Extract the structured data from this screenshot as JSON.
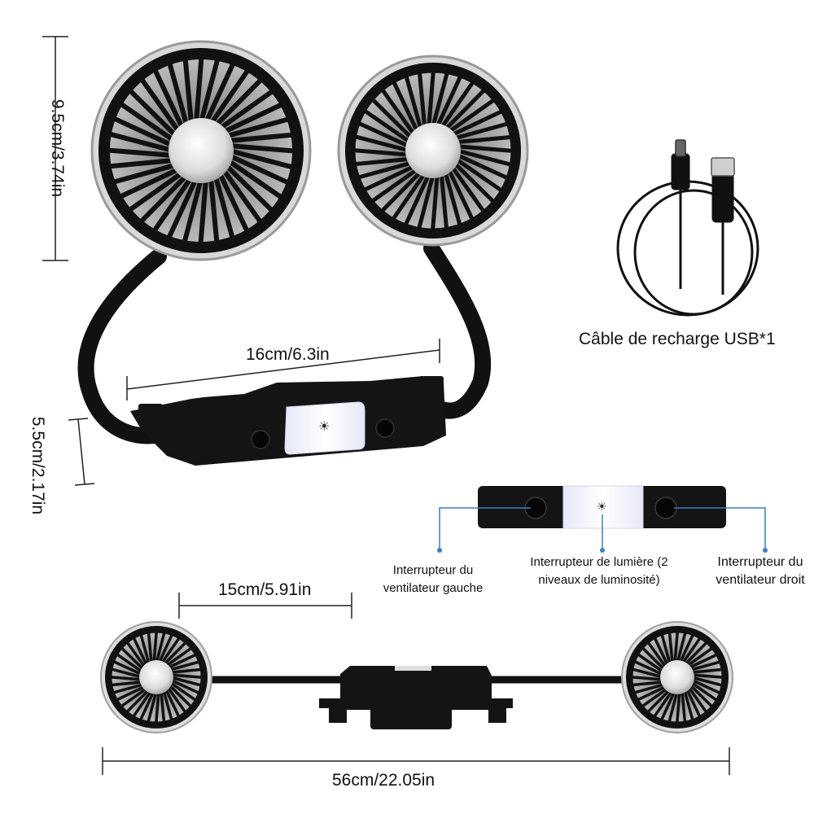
{
  "dimensions": {
    "height": "9.5cm/3.74in",
    "body_width": "16cm/6.3in",
    "body_height": "5.5cm/2.17in",
    "fan_spacing": "15cm/5.91in",
    "total_length": "56cm/22.05in"
  },
  "cable_label": "Câble de recharge USB*1",
  "switches": {
    "left": "Interrupteur du ventilateur gauche",
    "light": "Interrupteur de lumière (2 niveaux de luminosité)",
    "right": "Interrupteur du ventilateur droit"
  },
  "colors": {
    "product": "#111111",
    "accent_line": "#3b7fc4",
    "light_button": "#eef0fb"
  },
  "icons": [
    "sun-icon",
    "usb-cable-icon",
    "fan-icon"
  ]
}
